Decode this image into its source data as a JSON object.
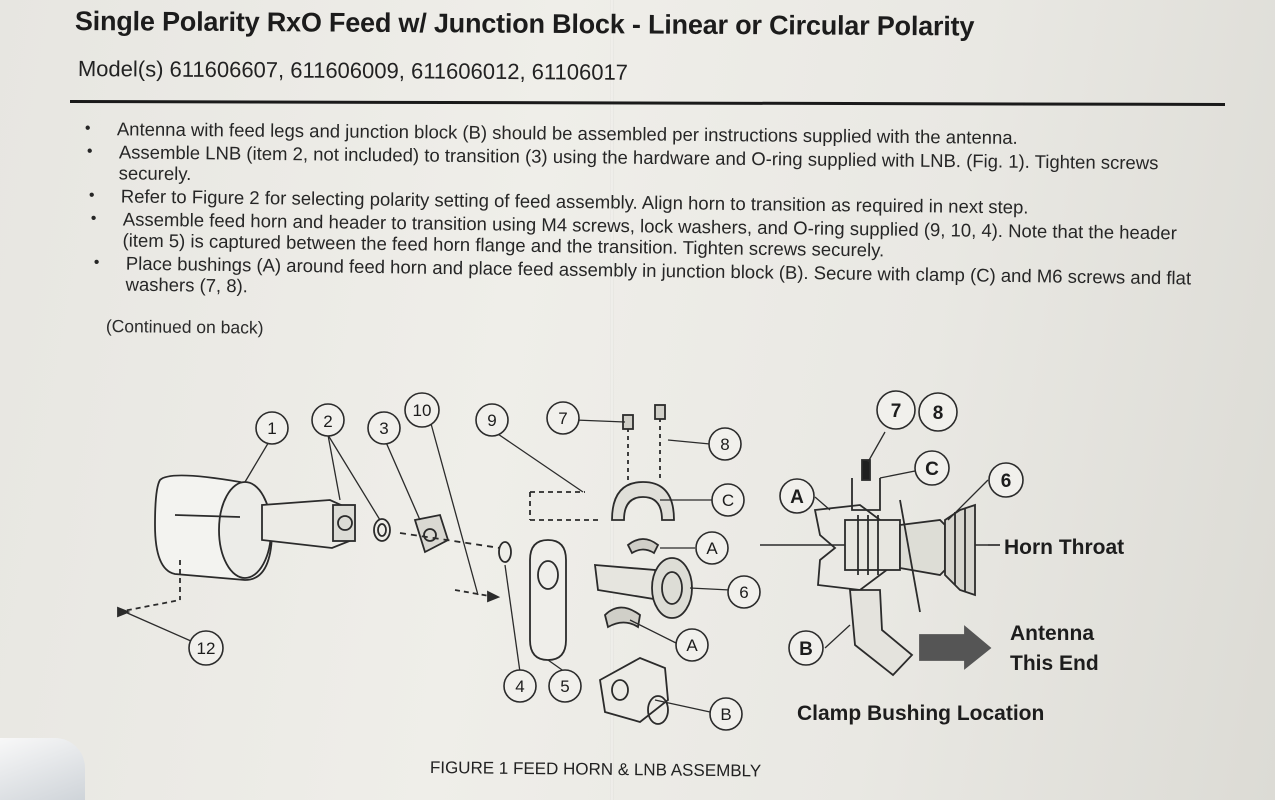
{
  "title": "Single Polarity RxO Feed w/ Junction Block - Linear or Circular Polarity",
  "models": "Model(s) 611606607, 611606009, 611606012, 61106017",
  "bullets": [
    "Antenna with feed legs and junction block (B) should be assembled per instructions supplied with the antenna.",
    "Assemble LNB (item 2, not included) to transition (3) using the hardware and O-ring supplied with LNB. (Fig. 1). Tighten screws securely.",
    "Refer to Figure 2 for selecting polarity setting of feed assembly. Align horn to transition as required in next step.",
    "Assemble feed horn and header to transition using M4 screws, lock washers, and O-ring supplied (9, 10, 4). Note that the header (item 5) is captured between the feed horn flange and the transition. Tighten screws securely.",
    "Place bushings (A) around feed horn and place feed assembly in junction block (B). Secure with clamp (C) and M6 screws and flat washers (7, 8)."
  ],
  "continued": "(Continued on back)",
  "figure": {
    "callouts": [
      "1",
      "2",
      "3",
      "10",
      "9",
      "7",
      "8",
      "C",
      "A",
      "6",
      "A",
      "12",
      "4",
      "5",
      "B"
    ],
    "right_callouts": [
      "7",
      "8",
      "C",
      "6",
      "A",
      "B"
    ],
    "horn_throat": "Horn Throat",
    "antenna_line1": "Antenna",
    "antenna_line2": "This End",
    "clamp_label": "Clamp Bushing Location",
    "caption": "FIGURE 1 FEED HORN & LNB ASSEMBLY"
  }
}
